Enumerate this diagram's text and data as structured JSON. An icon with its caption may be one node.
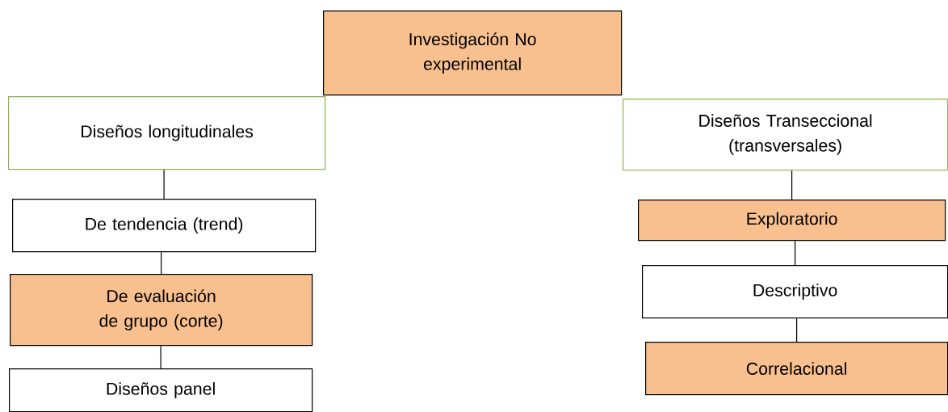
{
  "diagram": {
    "nodes": [
      {
        "text": [
          "Investigación No experimental"
        ]
      },
      {
        "text": [
          "Diseños longitudinales"
        ]
      },
      {
        "text": [
          "De tendencia (trend)"
        ]
      },
      {
        "text": [
          "De evaluación de grupo (corte)"
        ]
      },
      {
        "text": [
          "Diseños panel"
        ]
      },
      {
        "text": [
          "Diseños Transeccional (transversales)"
        ]
      },
      {
        "text": [
          "Exploratorio"
        ]
      },
      {
        "text": [
          "Descriptivo"
        ]
      },
      {
        "text": [
          "Correlacional"
        ]
      }
    ],
    "edges": [
      {
        "from": 1,
        "to": 2,
        "arrow": "none"
      },
      {
        "from": 2,
        "to": 3,
        "arrow": "none"
      },
      {
        "from": 3,
        "to": 4,
        "arrow": "none"
      },
      {
        "from": 5,
        "to": 6,
        "arrow": "none"
      },
      {
        "from": 6,
        "to": 7,
        "arrow": "none"
      },
      {
        "from": 7,
        "to": 8,
        "arrow": "none"
      }
    ]
  }
}
